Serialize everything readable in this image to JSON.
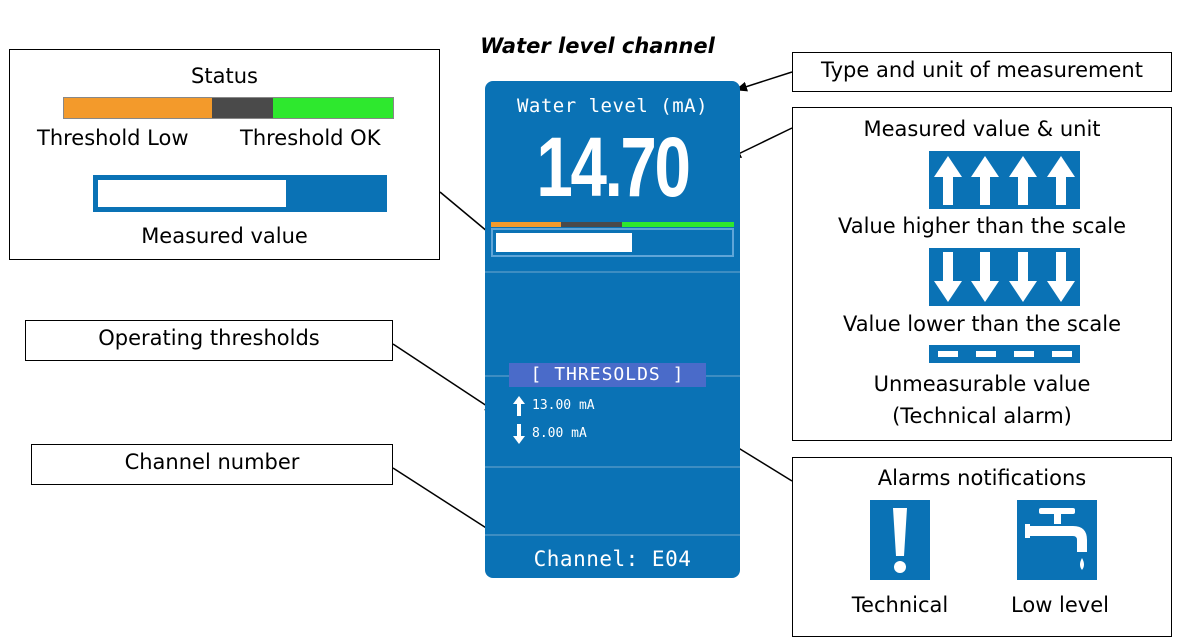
{
  "title": "Water level channel",
  "status_box": {
    "heading": "Status",
    "threshold_low": "Threshold Low",
    "threshold_ok": "Threshold OK",
    "measured_value": "Measured value",
    "status_fraction": 0.5,
    "colors": {
      "low": "#f39a2b",
      "mid": "#4a4a4a",
      "ok": "#2ee82e",
      "bar_blue": "#0a72b5"
    }
  },
  "operating_thresholds_label": "Operating thresholds",
  "channel_number_label": "Channel number",
  "type_unit_label": "Type and unit of measurement",
  "measured_box": {
    "heading": "Measured value & unit",
    "higher": "Value higher than the scale",
    "lower": "Value lower than the scale",
    "unmeasurable_line1": "Unmeasurable value",
    "unmeasurable_line2": "(Technical alarm)"
  },
  "alarms_box": {
    "heading": "Alarms notifications",
    "technical": "Technical",
    "low_level": "Low level",
    "technical_icon": "exclamation-icon",
    "low_level_icon": "water-tap-icon"
  },
  "device": {
    "measure_type": "Water level (mA)",
    "value": "14.70",
    "level_fraction": 0.59,
    "thresholds_heading": "[ THRESOLDS ]",
    "threshold_high": "13.00 mA",
    "threshold_low": "8.00 mA",
    "channel": "Channel: E04",
    "colors": {
      "panel": "#0a72b5",
      "heading_bg": "#4a6bc9"
    }
  }
}
